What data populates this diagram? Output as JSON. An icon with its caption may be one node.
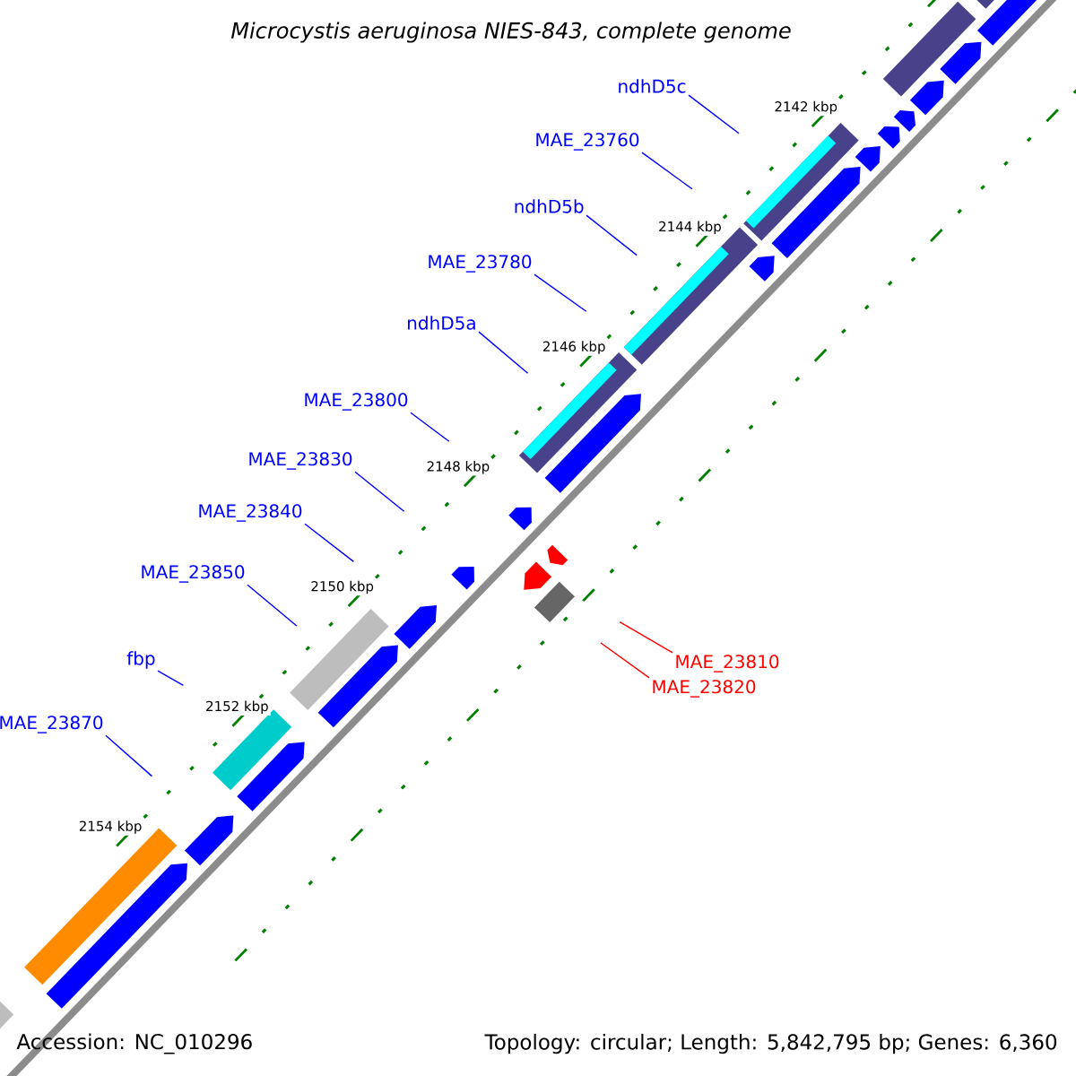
{
  "diagram": {
    "title": "*Microcystis aeruginosa* NIES-843, complete genome",
    "nodes": [
      {
        "text": [
          "ndhD5c"
        ]
      },
      {
        "text": [
          "MAE_23760"
        ]
      },
      {
        "text": [
          "ndhD5b"
        ]
      },
      {
        "text": [
          "MAE_23780"
        ]
      },
      {
        "text": [
          "ndhD5a"
        ]
      },
      {
        "text": [
          "MAE_23800"
        ]
      },
      {
        "text": [
          "MAE_23830"
        ]
      },
      {
        "text": [
          "MAE_23840"
        ]
      },
      {
        "text": [
          "MAE_23850"
        ]
      },
      {
        "text": [
          "fbp"
        ]
      },
      {
        "text": [
          "MAE_23870"
        ]
      },
      {
        "text": [
          "MAE_23810"
        ]
      },
      {
        "text": [
          "MAE_23820"
        ]
      }
    ],
    "edges": [
      {
        "from": 0,
        "to": null,
        "arrow": "none"
      },
      {
        "from": 1,
        "to": null,
        "arrow": "none"
      },
      {
        "from": 2,
        "to": null,
        "arrow": "none"
      },
      {
        "from": 3,
        "to": null,
        "arrow": "none"
      },
      {
        "from": 4,
        "to": null,
        "arrow": "none"
      },
      {
        "from": 5,
        "to": null,
        "arrow": "none"
      },
      {
        "from": 6,
        "to": null,
        "arrow": "none"
      },
      {
        "from": 7,
        "to": null,
        "arrow": "none"
      },
      {
        "from": 8,
        "to": null,
        "arrow": "none"
      },
      {
        "from": 9,
        "to": null,
        "arrow": "none"
      },
      {
        "from": 10,
        "to": null,
        "arrow": "none"
      },
      {
        "from": 11,
        "to": null,
        "arrow": "none",
        "color": "#ff0000"
      },
      {
        "from": 12,
        "to": null,
        "arrow": "none",
        "color": "#ff0000"
      }
    ],
    "labels": [
      "2142 kbp",
      "2144 kbp",
      "2146 kbp",
      "2148 kbp",
      "2150 kbp",
      "2152 kbp",
      "2154 kbp",
      "Accession: NC_010296",
      "Topology: circular; Length: 5,842,795 bp; Genes: 6,360"
    ]
  }
}
